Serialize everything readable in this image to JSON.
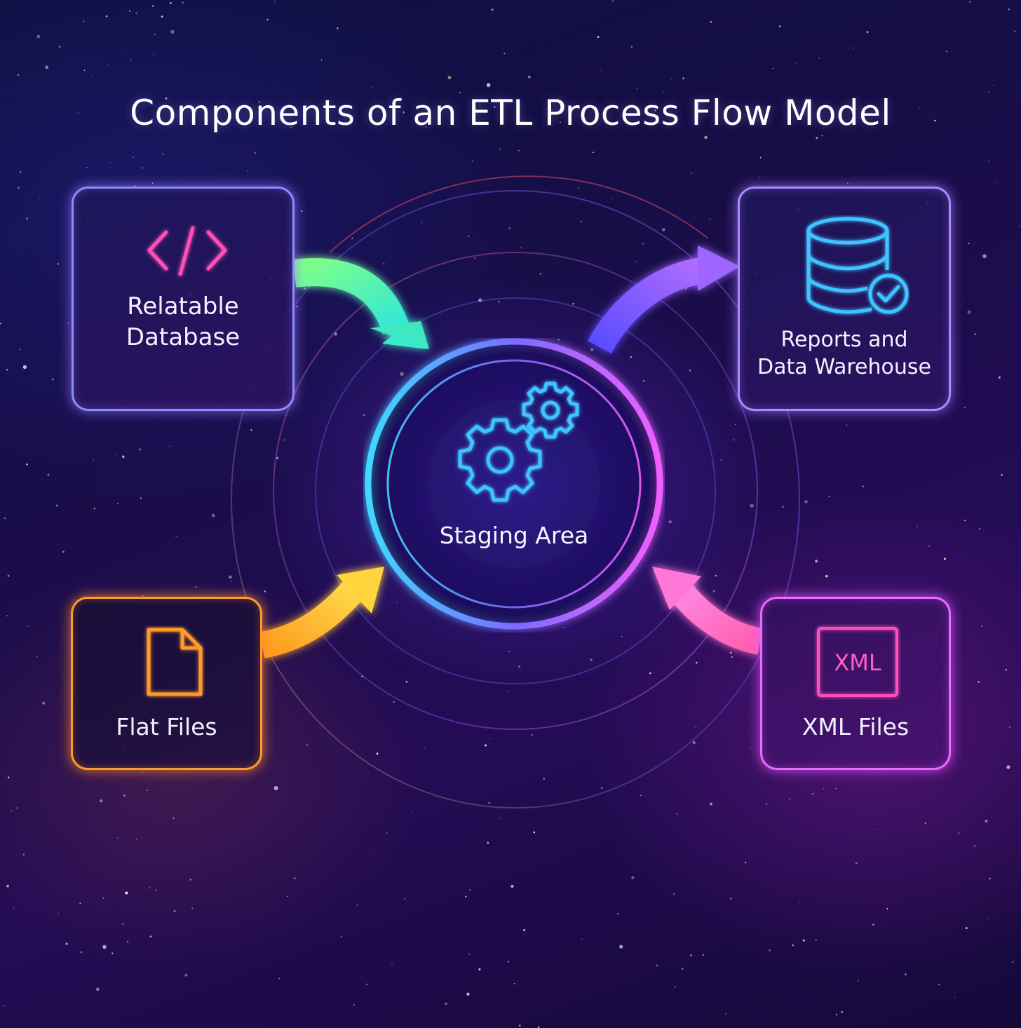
{
  "title": "Components of an ETL Process Flow Model",
  "nodes": {
    "relational_db": {
      "label": "Relatable\nDatabase",
      "icon": "code-icon",
      "color": "#8a8cff"
    },
    "data_warehouse": {
      "label": "Reports and\nData Warehouse",
      "icon": "database-check-icon",
      "color": "#a98bff"
    },
    "flat_files": {
      "label": "Flat Files",
      "icon": "file-icon",
      "color": "#ff9a2a"
    },
    "xml_files": {
      "label": "XML Files",
      "icon": "xml-icon",
      "icon_text": "XML",
      "color": "#e86bff"
    },
    "staging": {
      "label": "Staging Area",
      "icon": "gears-icon"
    }
  },
  "edges": [
    {
      "from": "relational_db",
      "to": "staging",
      "color": "#3fe8c0"
    },
    {
      "from": "flat_files",
      "to": "staging",
      "color": "#ffc531"
    },
    {
      "from": "xml_files",
      "to": "staging",
      "color": "#ff66cc"
    },
    {
      "from": "staging",
      "to": "data_warehouse",
      "color": "#8e5cff"
    }
  ]
}
